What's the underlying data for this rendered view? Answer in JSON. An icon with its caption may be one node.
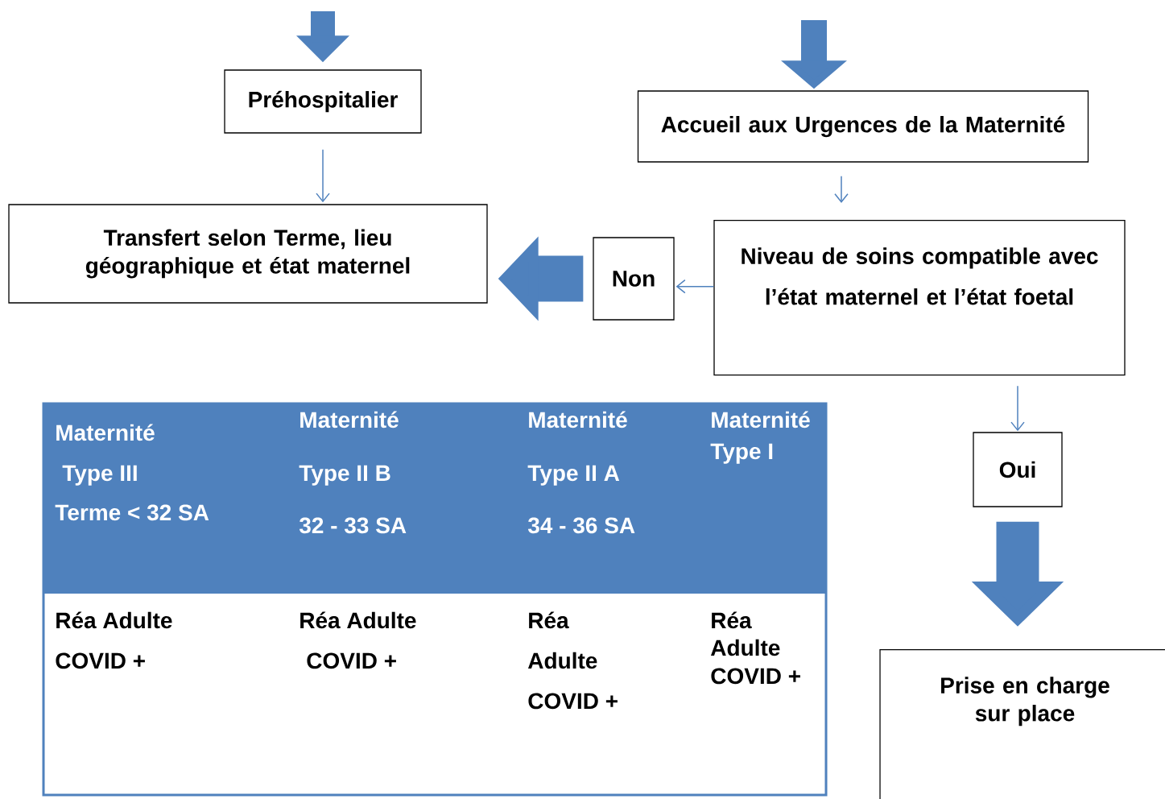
{
  "diagram": {
    "nodes": [
      {
        "text": [
          "Préhospitalier"
        ]
      },
      {
        "text": [
          "Accueil aux Urgences de la Maternité"
        ]
      },
      {
        "text": [
          "Transfert selon Terme, lieu géographique et état maternel"
        ]
      },
      {
        "text": [
          "Non"
        ]
      },
      {
        "text": [
          "Niveau de soins compatible avec l’état maternel et l’état foetal"
        ]
      },
      {
        "text": [
          "Oui"
        ]
      },
      {
        "text": [
          "Prise en charge sur place"
        ]
      }
    ],
    "edges": [
      {
        "from": null,
        "to": 0,
        "arrow": "to",
        "style": "thick"
      },
      {
        "from": null,
        "to": 1,
        "arrow": "to",
        "style": "thick"
      },
      {
        "from": 0,
        "to": 2,
        "arrow": "to"
      },
      {
        "from": 1,
        "to": 4,
        "arrow": "to"
      },
      {
        "from": 4,
        "to": 3,
        "arrow": "to"
      },
      {
        "from": 3,
        "to": 2,
        "arrow": "to",
        "style": "thick"
      },
      {
        "from": 4,
        "to": 5,
        "arrow": "to"
      },
      {
        "from": 5,
        "to": 6,
        "arrow": "to",
        "style": "thick"
      }
    ],
    "labels": [
      "Maternité",
      "Maternité",
      "Maternité",
      "Maternité",
      "Type I",
      "Type III",
      "Type II B",
      "Type II A",
      "Terme < 32 SA",
      "32 -  33 SA",
      "34 - 36 SA",
      "Réa Adulte",
      "Réa Adulte",
      "Réa",
      "Réa",
      "Adulte",
      "COVID +",
      "COVID +",
      "Adulte",
      "COVID +",
      "COVID +"
    ]
  }
}
